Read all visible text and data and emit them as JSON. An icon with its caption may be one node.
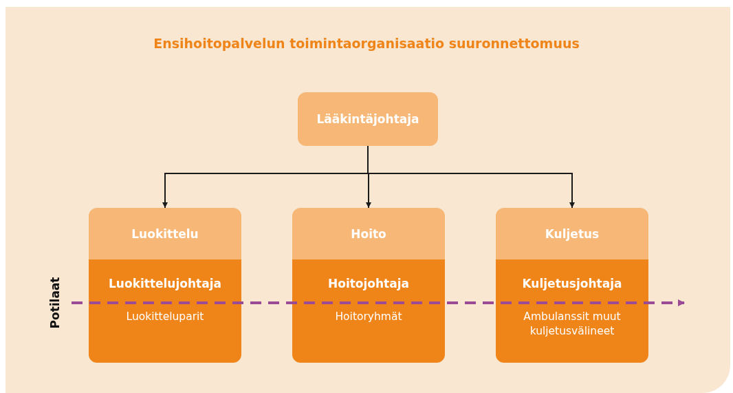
{
  "diagram": {
    "title": "Ensihoitopalvelun toimintaorganisaatio suuronnettomuus",
    "nodes": [
      {
        "text": [
          "Lääkintäjohtaja"
        ]
      },
      {
        "text": [
          "Luokittelu",
          "Luokittelujohtaja",
          "Luokitteluparit"
        ]
      },
      {
        "text": [
          "Hoito",
          "Hoitojohtaja",
          "Hoitoryhmät"
        ]
      },
      {
        "text": [
          "Kuljetus",
          "Kuljetusjohtaja",
          "Ambulanssit muut kuljetusvälineet"
        ]
      },
      {
        "text": [
          "Potilaat"
        ]
      }
    ],
    "edges": [
      {
        "from": 0,
        "to": 1,
        "arrow": "to"
      },
      {
        "from": 0,
        "to": 2,
        "arrow": "to"
      },
      {
        "from": 0,
        "to": 3,
        "arrow": "to"
      },
      {
        "from": 4,
        "to": null,
        "arrow": "to",
        "style": "dashed",
        "color": "#9b4a96"
      }
    ]
  }
}
